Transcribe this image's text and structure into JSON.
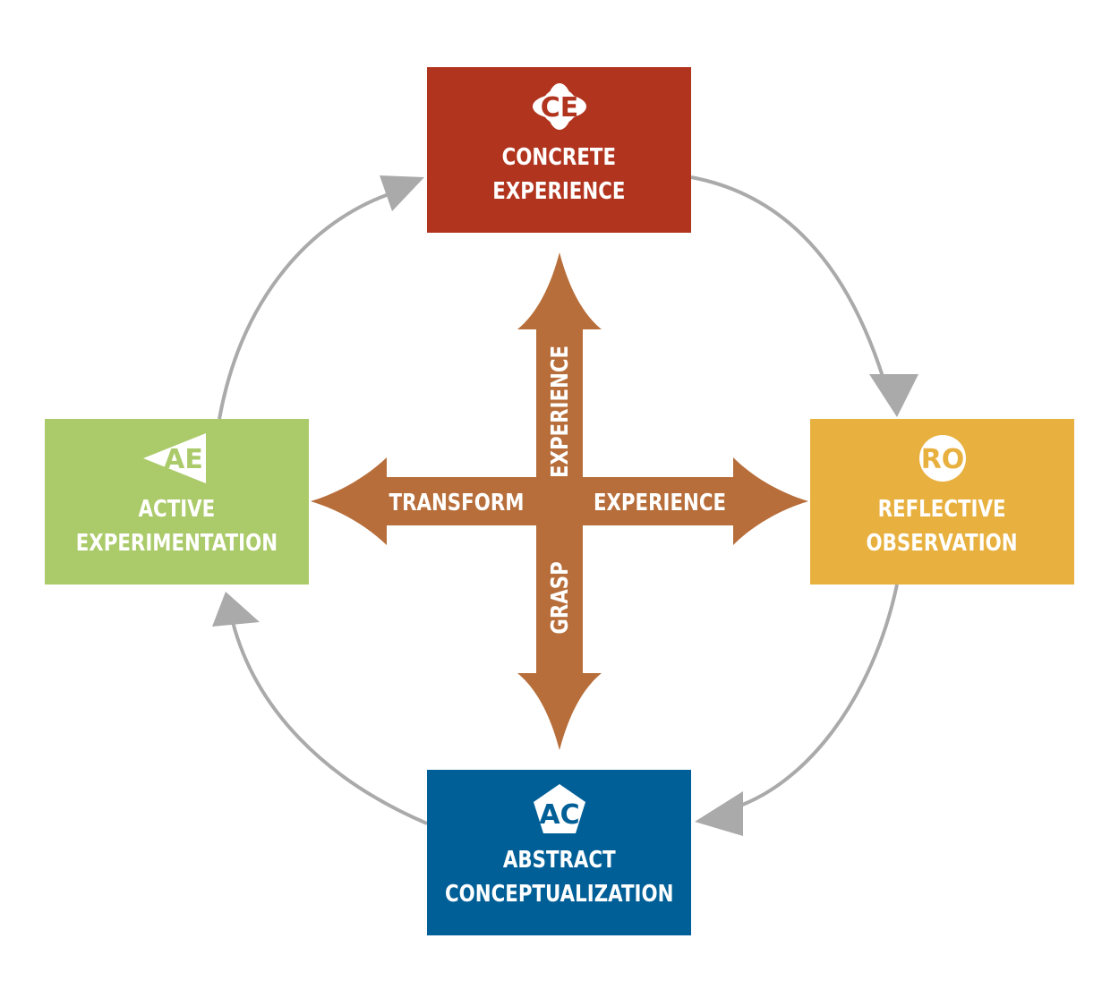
{
  "colors": {
    "concrete": "#b1341f",
    "reflective": "#e8b03f",
    "abstract": "#005f97",
    "active": "#abca6a",
    "axis": "#b76e3a",
    "cycle_arrow": "#aaaaaa"
  },
  "boxes": {
    "concrete": {
      "badge": "CE",
      "badge_shape": "flower",
      "line1": "CONCRETE",
      "line2": "EXPERIENCE"
    },
    "reflective": {
      "badge": "RO",
      "badge_shape": "circle",
      "line1": "REFLECTIVE",
      "line2": "OBSERVATION"
    },
    "abstract": {
      "badge": "AC",
      "badge_shape": "pentagon",
      "line1": "ABSTRACT",
      "line2": "CONCEPTUALIZATION"
    },
    "active": {
      "badge": "AE",
      "badge_shape": "triangle",
      "line1": "ACTIVE",
      "line2": "EXPERIMENTATION"
    }
  },
  "axes": {
    "up_label": "EXPERIENCE",
    "down_label": "GRASP",
    "left_label": "TRANSFORM",
    "right_label": "EXPERIENCE"
  }
}
